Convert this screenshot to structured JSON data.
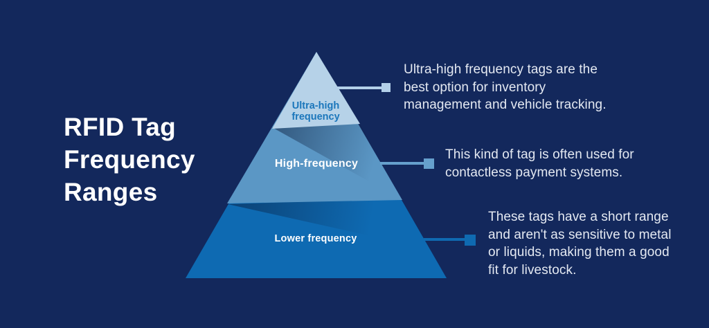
{
  "title": {
    "text": "RFID Tag\nFrequency\nRanges",
    "color": "#ffffff"
  },
  "background_color": "#13285c",
  "pyramid": {
    "tiers": [
      {
        "id": "ultra-high-frequency",
        "label": "Ultra-high\nfrequency",
        "fill": "#b6d2e8",
        "label_color": "#1b76bb",
        "connector_color": "#b3d0e9",
        "description": "Ultra-high frequency tags are the\nbest option for inventory\nmanagement and vehicle tracking."
      },
      {
        "id": "high-frequency",
        "label": "High-frequency",
        "fill": "#5b97c5",
        "label_color": "#ffffff",
        "connector_color": "#66a0cd",
        "description": "This kind of tag is often used for\ncontactless payment systems."
      },
      {
        "id": "lower-frequency",
        "label": "Lower frequency",
        "fill": "#0e6ab2",
        "label_color": "#ffffff",
        "connector_color": "#0f6ab1",
        "description": "These tags have a short range\nand aren't as sensitive to metal\nor liquids, making them a good\nfit for livestock."
      }
    ],
    "description_text_color": "#e4e9f2"
  }
}
